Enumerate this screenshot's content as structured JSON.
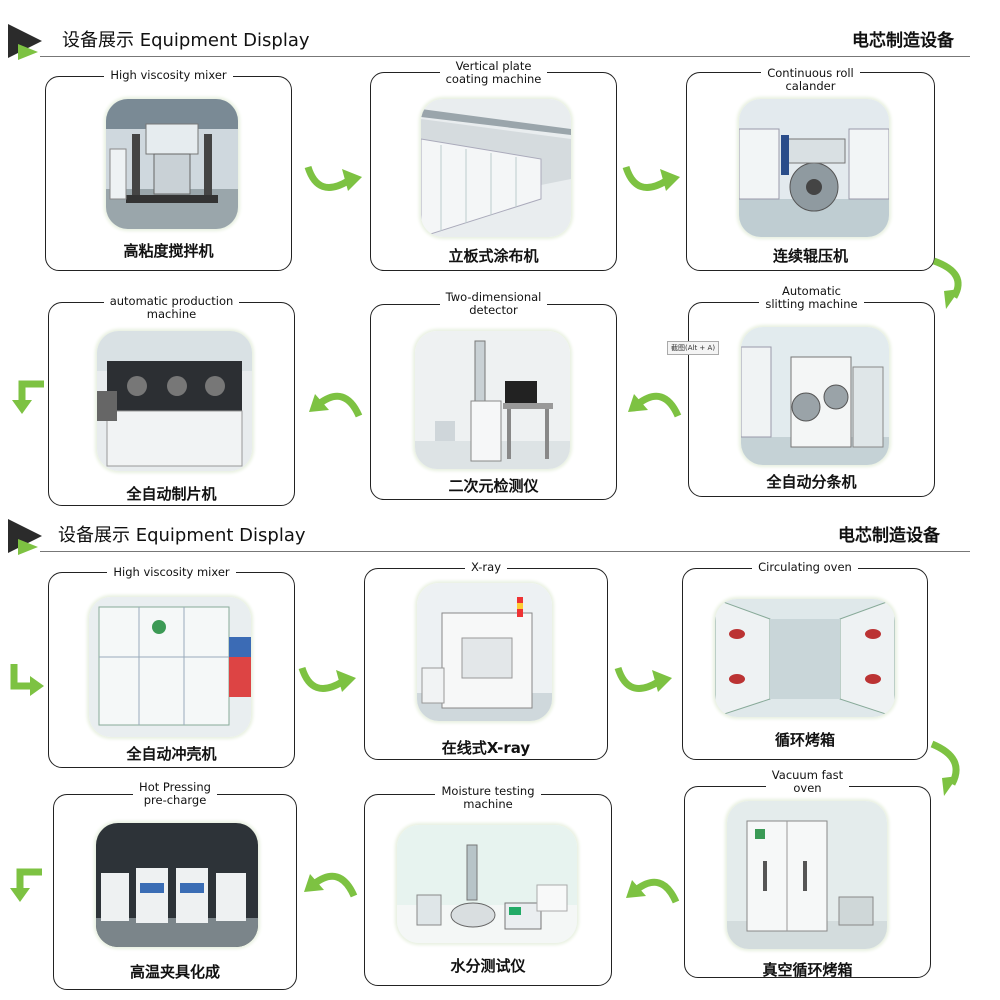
{
  "sections": [
    {
      "title": "设备展示 Equipment Display",
      "subtitle": "电芯制造设备",
      "cards": [
        {
          "en": "High viscosity mixer",
          "cn": "高粘度搅拌机"
        },
        {
          "en": "Vertical plate\ncoating machine",
          "cn": "立板式涂布机"
        },
        {
          "en": "Continuous roll\ncalander",
          "cn": "连续辊压机"
        },
        {
          "en": "automatic production\nmachine",
          "cn": "全自动制片机"
        },
        {
          "en": "Two-dimensional\ndetector",
          "cn": "二次元检测仪"
        },
        {
          "en": "Automatic\nslitting  machine",
          "cn": "全自动分条机"
        }
      ]
    },
    {
      "title": "设备展示 Equipment Display",
      "subtitle": "电芯制造设备",
      "cards": [
        {
          "en": "High viscosity mixer",
          "cn": "全自动冲壳机"
        },
        {
          "en": "X-ray",
          "cn": "在线式X-ray"
        },
        {
          "en": "Circulating oven",
          "cn": "循环烤箱"
        },
        {
          "en": "Hot Pressing\npre-charge",
          "cn": "高温夹具化成"
        },
        {
          "en": "Moisture testing\nmachine",
          "cn": "水分测试仪"
        },
        {
          "en": "Vacuum fast\noven",
          "cn": "真空循环烤箱"
        }
      ]
    }
  ],
  "tooltip": "截图(Alt + A)",
  "colors": {
    "accent": "#7dc242",
    "dark": "#2b2b2b"
  }
}
